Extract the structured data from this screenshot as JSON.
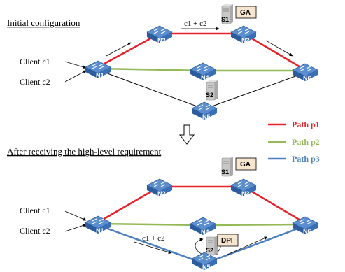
{
  "colors": {
    "p1": "#e8222b",
    "p2": "#95b957",
    "p3": "#4a7fc1",
    "switch_top": "#5a8ed0",
    "switch_side": "#2b5c9e",
    "server": "#c8c8c8",
    "box_fill": "#f6e5cf"
  },
  "sections": {
    "top_title": "Initial configuration",
    "bottom_title": "After receiving the high-level requirement"
  },
  "clients": [
    "Client c1",
    "Client c2"
  ],
  "nodes": [
    "N1",
    "N2",
    "N3",
    "N4",
    "N5",
    "N6"
  ],
  "servers": [
    "S1",
    "S2"
  ],
  "functions": {
    "ga": "GA",
    "dpi": "DPI"
  },
  "flow_label": "c1 + c2",
  "legend": [
    {
      "name": "Path p1",
      "color": "#e8222b"
    },
    {
      "name": "Path p2",
      "color": "#95b957"
    },
    {
      "name": "Path p3",
      "color": "#4a7fc1"
    }
  ],
  "icons": {
    "switch": "network-switch-icon",
    "server": "server-icon",
    "transition": "down-arrow-icon"
  }
}
